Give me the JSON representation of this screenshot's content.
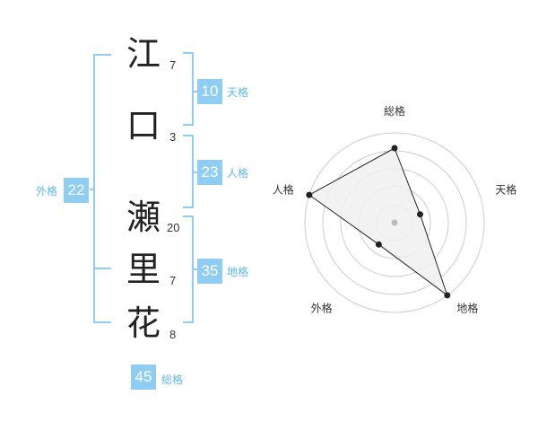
{
  "name_chars": [
    {
      "char": "江",
      "strokes": "7"
    },
    {
      "char": "口",
      "strokes": "3"
    },
    {
      "char": "瀬",
      "strokes": "20"
    },
    {
      "char": "里",
      "strokes": "7"
    },
    {
      "char": "花",
      "strokes": "8"
    }
  ],
  "kaku": {
    "ten": {
      "value": "10",
      "label": "天格"
    },
    "jin": {
      "value": "23",
      "label": "人格"
    },
    "chi": {
      "value": "35",
      "label": "地格"
    },
    "gai": {
      "value": "22",
      "label": "外格"
    },
    "sou": {
      "value": "45",
      "label": "総格"
    }
  },
  "chart_data": {
    "type": "radar",
    "axes": [
      "総格",
      "天格",
      "地格",
      "外格",
      "人格"
    ],
    "values": [
      0.83,
      0.3,
      1.0,
      0.3,
      1.0
    ],
    "range": [
      0,
      1
    ],
    "rings": 5
  },
  "colors": {
    "accent": "#8fcdf2",
    "accent_text": "#5fb7e9",
    "radar_fill": "#f0f0f0",
    "radar_line": "#222222",
    "ring": "#cccccc"
  }
}
